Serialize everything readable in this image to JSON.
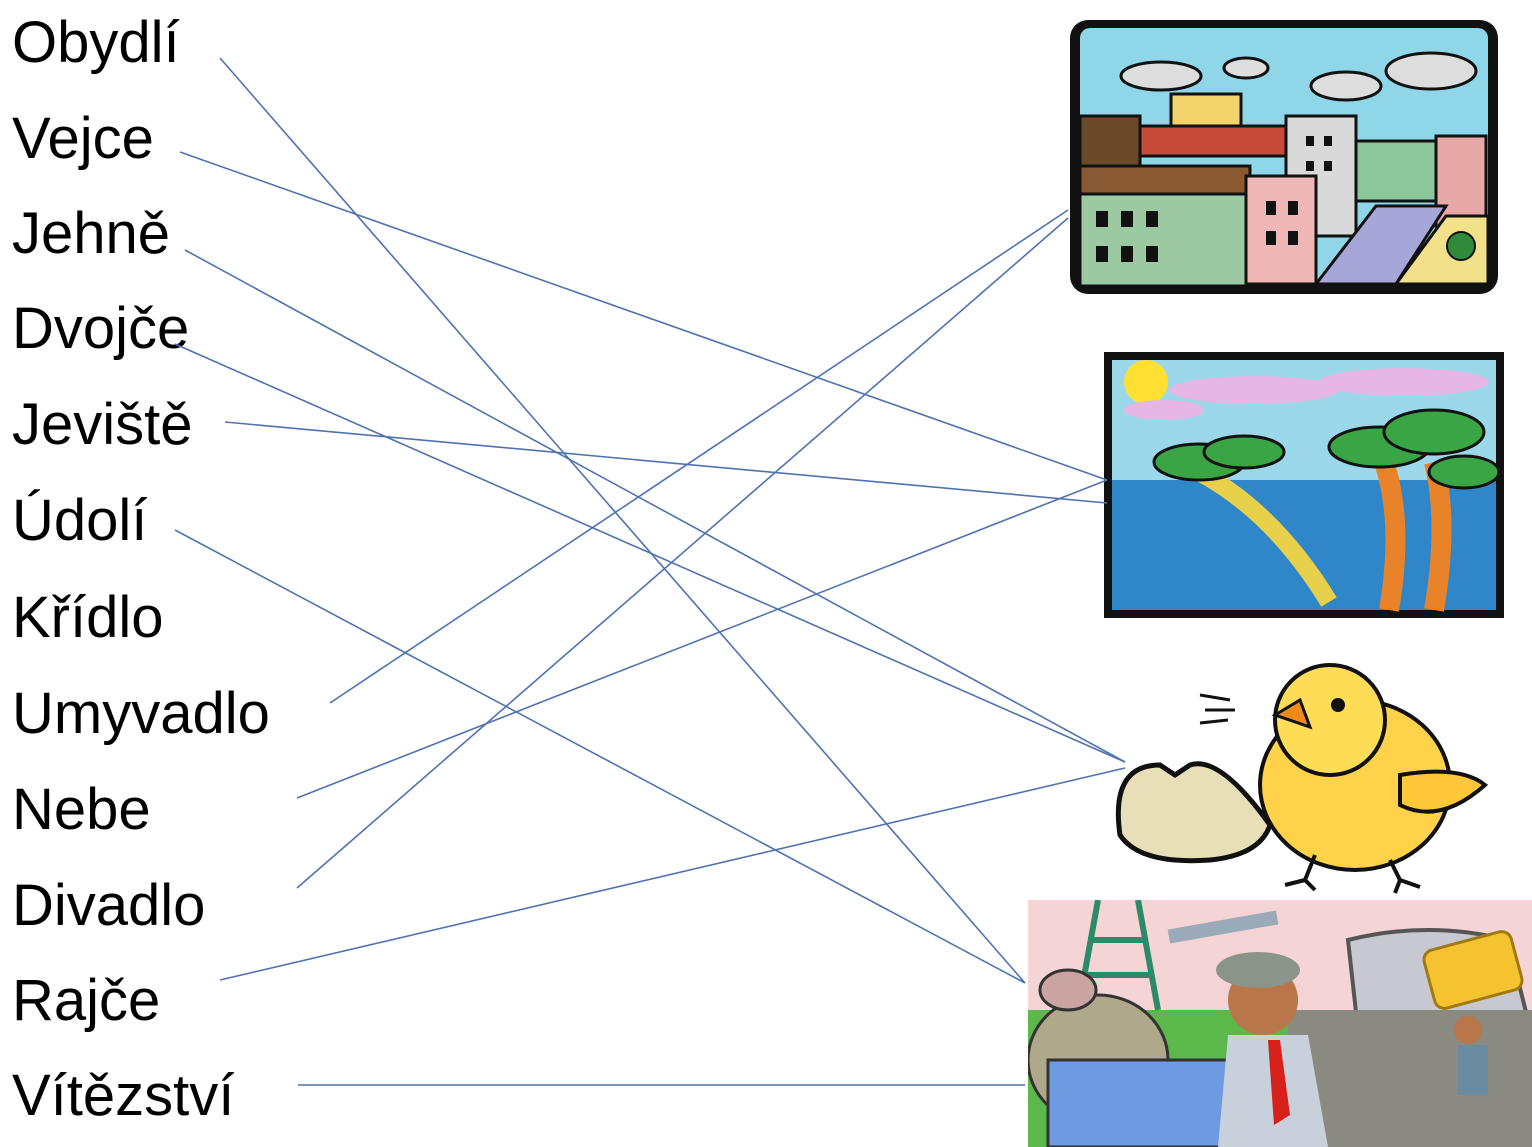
{
  "words": [
    "Obydlí",
    "Vejce",
    "Jehně",
    "Dvojče",
    "Jeviště",
    "Údolí",
    "Křídlo",
    "Umyvadlo",
    "Nebe",
    "Divadlo",
    "Rajče",
    "Vítězství"
  ],
  "pictures": [
    {
      "name": "city-picture"
    },
    {
      "name": "beach-palms-picture"
    },
    {
      "name": "chick-egg-picture"
    },
    {
      "name": "rat-race-picture"
    }
  ],
  "colors": {
    "line": "#4f72b0",
    "text": "#000000"
  }
}
